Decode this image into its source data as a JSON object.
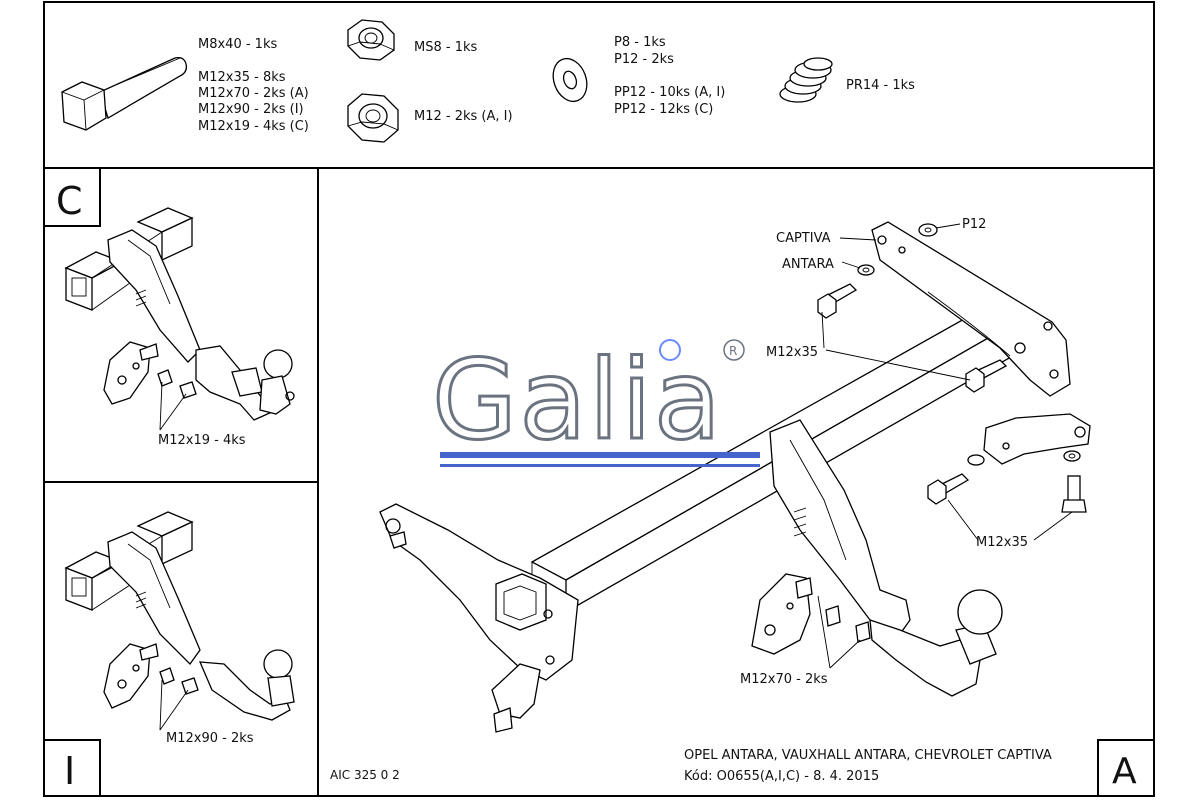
{
  "parts": {
    "bolt_m8x40": "M8x40 - 1ks",
    "bolt_list": [
      "M12x35 - 8ks",
      "M12x70 - 2ks (A)",
      "M12x90 - 2ks (I)",
      "M12x19 - 4ks (C)"
    ],
    "nut_ms8": "MS8 - 1ks",
    "nut_m12": "M12 - 2ks (A, I)",
    "washers_small": [
      "P8 - 1ks",
      "P12 - 2ks"
    ],
    "washers_pp": [
      "PP12 - 10ks (A, I)",
      "PP12 - 12ks (C)"
    ],
    "spring": "PR14 - 1ks"
  },
  "panels": {
    "c_letter": "C",
    "c_label": "M12x19 - 4ks",
    "i_letter": "I",
    "i_label": "M12x90 - 2ks",
    "a_letter": "A"
  },
  "callouts": {
    "p12": "P12",
    "captiva": "CAPTIVA",
    "antara": "ANTARA",
    "m12x35_top": "M12x35",
    "m12x35_bottom": "M12x35",
    "m12x70": "M12x70 - 2ks"
  },
  "logo": {
    "text": "Galia",
    "registered": "R",
    "colors": {
      "outline": "#6b7280",
      "bar": "#4466cc",
      "dot": "#6a8cff"
    }
  },
  "footer": {
    "code": "AIC 325 0 2",
    "vehicle": "OPEL ANTARA, VAUXHALL ANTARA, CHEVROLET CAPTIVA",
    "kod": "Kód: O0655(A,I,C) - 8. 4. 2015"
  }
}
